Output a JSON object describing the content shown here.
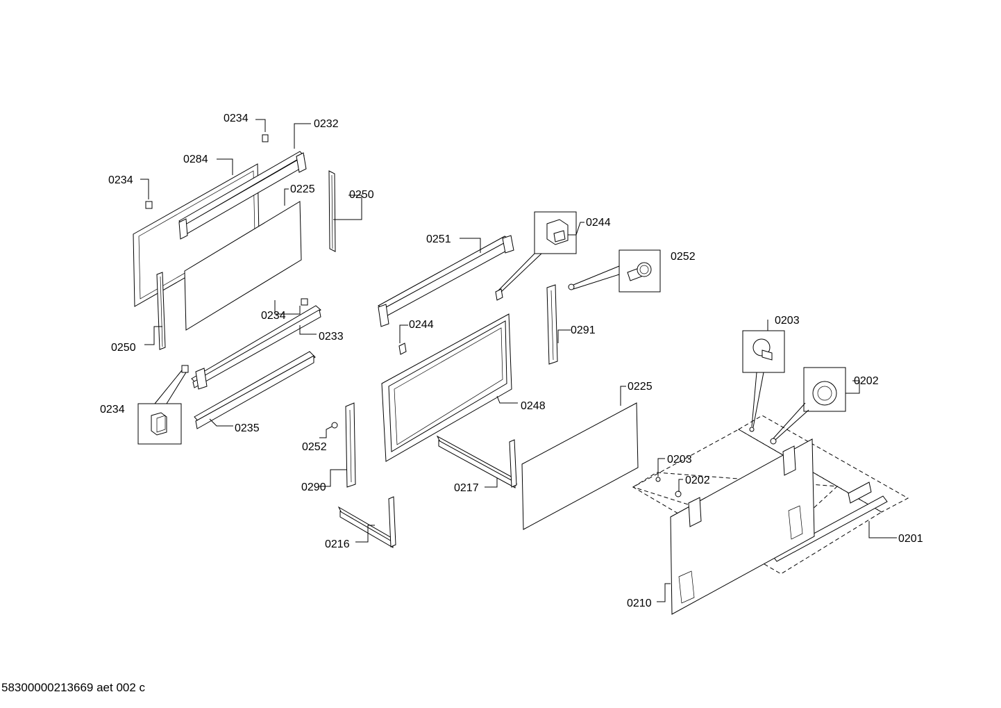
{
  "labels": {
    "l0234a": "0234",
    "l0232": "0232",
    "l0284": "0284",
    "l0234b": "0234",
    "l0225a": "0225",
    "l0250a": "0250",
    "l0250b": "0250",
    "l0234c": "0234",
    "l0233": "0233",
    "l0234d": "0234",
    "l0235": "0235",
    "l0251": "0251",
    "l0244a": "0244",
    "l0244b": "0244",
    "l0252a": "0252",
    "l0291": "0291",
    "l0248": "0248",
    "l0252b": "0252",
    "l0290": "0290",
    "l0217": "0217",
    "l0216": "0216",
    "l0225b": "0225",
    "l0203a": "0203",
    "l0202a": "0202",
    "l0203b": "0203",
    "l0202b": "0202",
    "l0201": "0201",
    "l0210": "0210"
  },
  "footer": "58300000213669 aet 002 c"
}
